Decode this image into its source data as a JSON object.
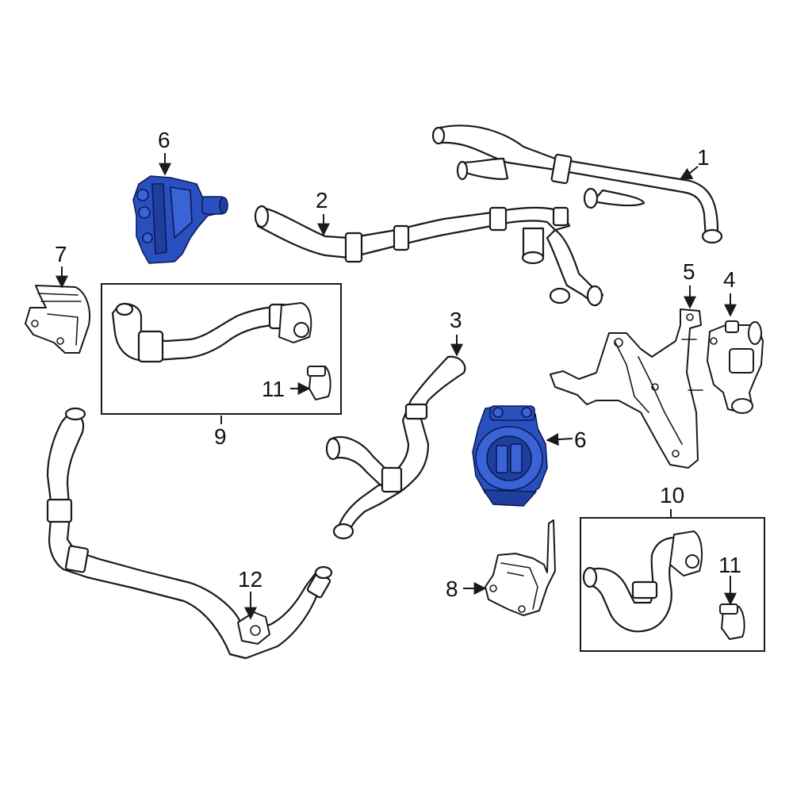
{
  "diagram": {
    "highlight_color": "#2a4fbf",
    "callouts": [
      {
        "id": "c1",
        "label": "1"
      },
      {
        "id": "c2",
        "label": "2"
      },
      {
        "id": "c3",
        "label": "3"
      },
      {
        "id": "c4",
        "label": "4"
      },
      {
        "id": "c5",
        "label": "5"
      },
      {
        "id": "c6a",
        "label": "6"
      },
      {
        "id": "c6b",
        "label": "6"
      },
      {
        "id": "c7",
        "label": "7"
      },
      {
        "id": "c8",
        "label": "8"
      },
      {
        "id": "c9",
        "label": "9"
      },
      {
        "id": "c10",
        "label": "10"
      },
      {
        "id": "c11a",
        "label": "11"
      },
      {
        "id": "c11b",
        "label": "11"
      },
      {
        "id": "c12",
        "label": "12"
      }
    ]
  }
}
